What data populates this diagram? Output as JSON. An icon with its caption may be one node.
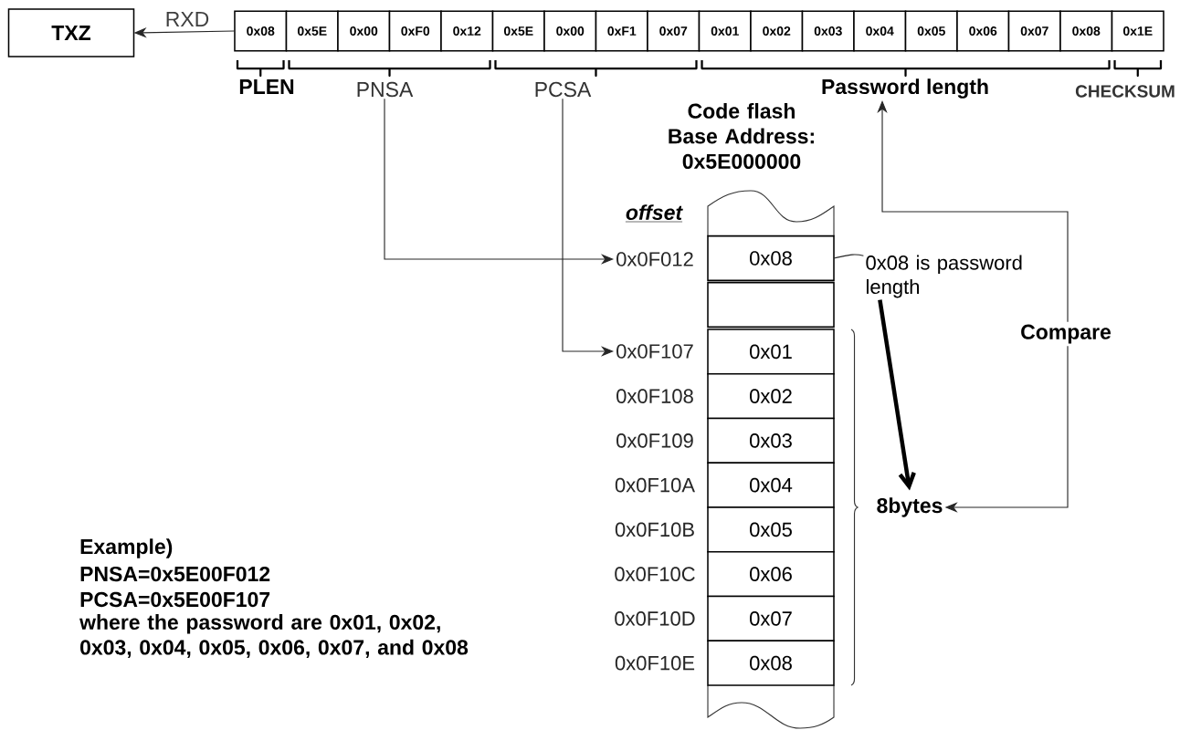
{
  "diagram": {
    "nodes": [
      {
        "text": [
          "TXZ"
        ]
      },
      {
        "text": [
          "0x08"
        ]
      },
      {
        "text": [
          "0x5E"
        ]
      },
      {
        "text": [
          "0x00"
        ]
      },
      {
        "text": [
          "0xF0"
        ]
      },
      {
        "text": [
          "0x12"
        ]
      },
      {
        "text": [
          "0x5E"
        ]
      },
      {
        "text": [
          "0x00"
        ]
      },
      {
        "text": [
          "0xF1"
        ]
      },
      {
        "text": [
          "0x07"
        ]
      },
      {
        "text": [
          "0x01"
        ]
      },
      {
        "text": [
          "0x02"
        ]
      },
      {
        "text": [
          "0x03"
        ]
      },
      {
        "text": [
          "0x04"
        ]
      },
      {
        "text": [
          "0x05"
        ]
      },
      {
        "text": [
          "0x06"
        ]
      },
      {
        "text": [
          "0x07"
        ]
      },
      {
        "text": [
          "0x08"
        ]
      },
      {
        "text": [
          "0x1E"
        ]
      },
      {
        "text": [
          "PNSA"
        ]
      },
      {
        "text": [
          "PCSA"
        ]
      },
      {
        "text": [
          "Password length"
        ]
      },
      {
        "text": [
          "0x0F012"
        ]
      },
      {
        "text": [
          "0x0F107"
        ]
      },
      {
        "text": [
          "0x08"
        ]
      },
      {
        "text": [],
        "shape": "box"
      },
      {
        "text": [
          "0x01"
        ]
      },
      {
        "text": [
          "0x02"
        ]
      },
      {
        "text": [
          "0x03"
        ]
      },
      {
        "text": [
          "0x04"
        ]
      },
      {
        "text": [
          "0x05"
        ]
      },
      {
        "text": [
          "0x06"
        ]
      },
      {
        "text": [
          "0x07"
        ]
      },
      {
        "text": [
          "0x08"
        ]
      },
      {
        "text": [
          "0x08 is password length"
        ]
      },
      {
        "text": [
          "8bytes"
        ]
      }
    ],
    "edges": [
      {
        "from": 1,
        "to": 0,
        "arrow": "to",
        "label": "RXD"
      },
      {
        "from": 19,
        "to": 22,
        "arrow": "to"
      },
      {
        "from": 20,
        "to": 23,
        "arrow": "to"
      },
      {
        "from": 35,
        "to": 21,
        "arrow": "both",
        "label": "Compare"
      },
      {
        "from": 34,
        "to": 24,
        "arrow": "none"
      },
      {
        "from": 34,
        "to": 35,
        "arrow": "to",
        "style": "thick"
      }
    ],
    "labels": [
      "PLEN",
      "CHECKSUM",
      "Code flash Base Address: 0x5E000000",
      "offset",
      "0x0F108",
      "0x0F109",
      "0x0F10A",
      "0x0F10B",
      "0x0F10C",
      "0x0F10D",
      "0x0F10E",
      "Example)",
      "PNSA=0x5E00F012",
      "PCSA=0x5E00F107",
      "where the password are 0x01, 0x02, 0x03, 0x04, 0x05, 0x06, 0x07, and 0x08"
    ]
  }
}
